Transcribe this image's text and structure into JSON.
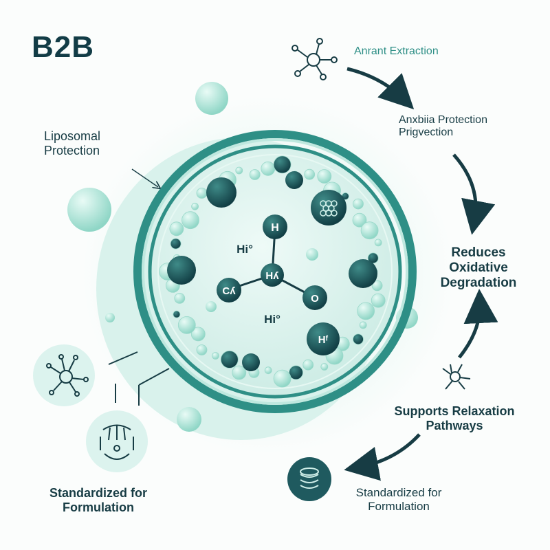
{
  "header": {
    "title": "B2B"
  },
  "labels": {
    "extraction": "Anrant Extraction",
    "antioxidant_line1": "Anxbiia Protection",
    "antioxidant_line2": "Prigvection",
    "liposomal_line1": "Liposomal",
    "liposomal_line2": "Protection",
    "reduces_line1": "Reduces",
    "reduces_line2": "Oxidative",
    "reduces_line3": "Degradation",
    "supports_line1": "Supports Relaxation",
    "supports_line2": "Pathways",
    "standardized_left_line1": "Standardized for",
    "standardized_left_line2": "Formulation",
    "standardized_right_line1": "Standardized for",
    "standardized_right_line2": "Formulation"
  },
  "molecule": {
    "atoms": {
      "top": "H",
      "center": "Hʎ",
      "left": "Cʎ",
      "right": "O",
      "float_upper": "Hi°",
      "float_lower": "Hi°",
      "lower_right": "Hᶠ"
    }
  },
  "icons": {
    "extraction": "molecule-network-icon",
    "antioxidant": "molecule-cluster-icon",
    "supports": "neuron-icon",
    "standardized_right": "layered-disc-icon",
    "standardized_left_top": "neuron-network-icon",
    "standardized_left_bottom": "dna-hand-icon"
  },
  "colors": {
    "primary_dark": "#173c44",
    "teal": "#2e8f86",
    "mint": "#bfe8df",
    "bubble_dark": "#1f5a5f"
  }
}
